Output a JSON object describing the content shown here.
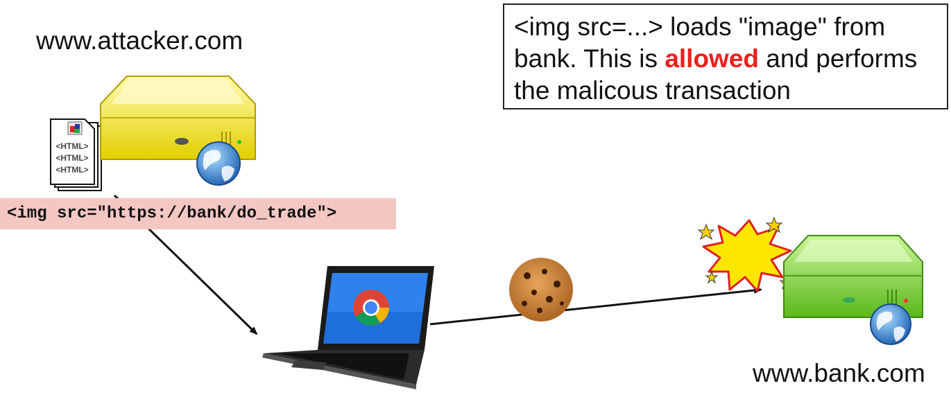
{
  "attacker": {
    "domain_label": "www.attacker.com"
  },
  "bank": {
    "domain_label": "www.bank.com"
  },
  "note": {
    "before": "<img src=...> loads \"image\" from bank. This is ",
    "highlight": "allowed",
    "after": " and performs the malicous transaction",
    "highlight_color": "#e8201c"
  },
  "code_snippet": "<img src=\"https://bank/do_trade\">",
  "html_doc": {
    "tag_lines": [
      "<HTML>",
      "<HTML>",
      "<HTML>"
    ]
  },
  "colors": {
    "attacker_server": "#f2e000",
    "bank_server": "#7fd12a",
    "code_bg": "#f4c7c3",
    "arrow": "#111111"
  },
  "icons": [
    "html-document-icon",
    "yellow-server-icon",
    "globe-icon",
    "laptop-icon",
    "chrome-icon",
    "cookie-icon",
    "green-server-icon",
    "explosion-icon"
  ]
}
